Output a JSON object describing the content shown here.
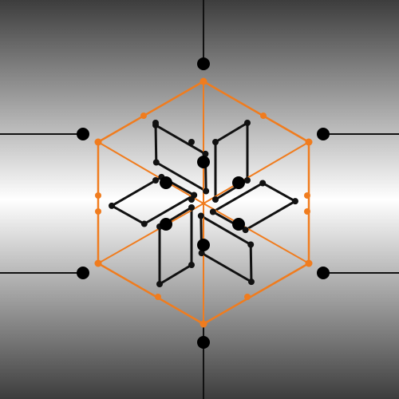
{
  "diagram": {
    "kind": "symmetric lattice graph",
    "symmetry": "six-fold",
    "background": {
      "edge_color": "#3d3d3d",
      "center_color": "#ffffff",
      "direction": "vertical"
    },
    "colors": {
      "outer_hexagon": "#f07c1e",
      "inner_lattice": "#111111",
      "connectors": "#111111",
      "terminal_nodes": "#000000"
    },
    "counts": {
      "terminal_nodes": 6,
      "inner_large_nodes": 6,
      "hexagon_vertices": 6,
      "spokes": 6,
      "rhombus_cells": 6
    }
  }
}
